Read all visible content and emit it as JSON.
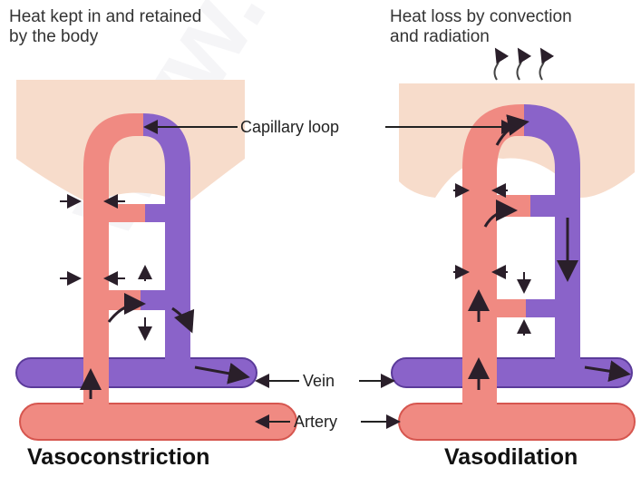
{
  "left": {
    "caption_line1": "Heat kept in and retained",
    "caption_line2": "by the body",
    "title": "Vasoconstriction"
  },
  "right": {
    "caption_line1": "Heat loss by convection",
    "caption_line2": "and radiation",
    "title": "Vasodilation"
  },
  "labels": {
    "capillary_loop": "Capillary loop",
    "vein": "Vein",
    "artery": "Artery"
  },
  "colors": {
    "skin": "#f7dccb",
    "artery": "#f08a82",
    "artery_dark": "#d6564f",
    "vein": "#8a63c9",
    "vein_dark": "#5b3b9a",
    "arrow": "#2a1f2a"
  }
}
